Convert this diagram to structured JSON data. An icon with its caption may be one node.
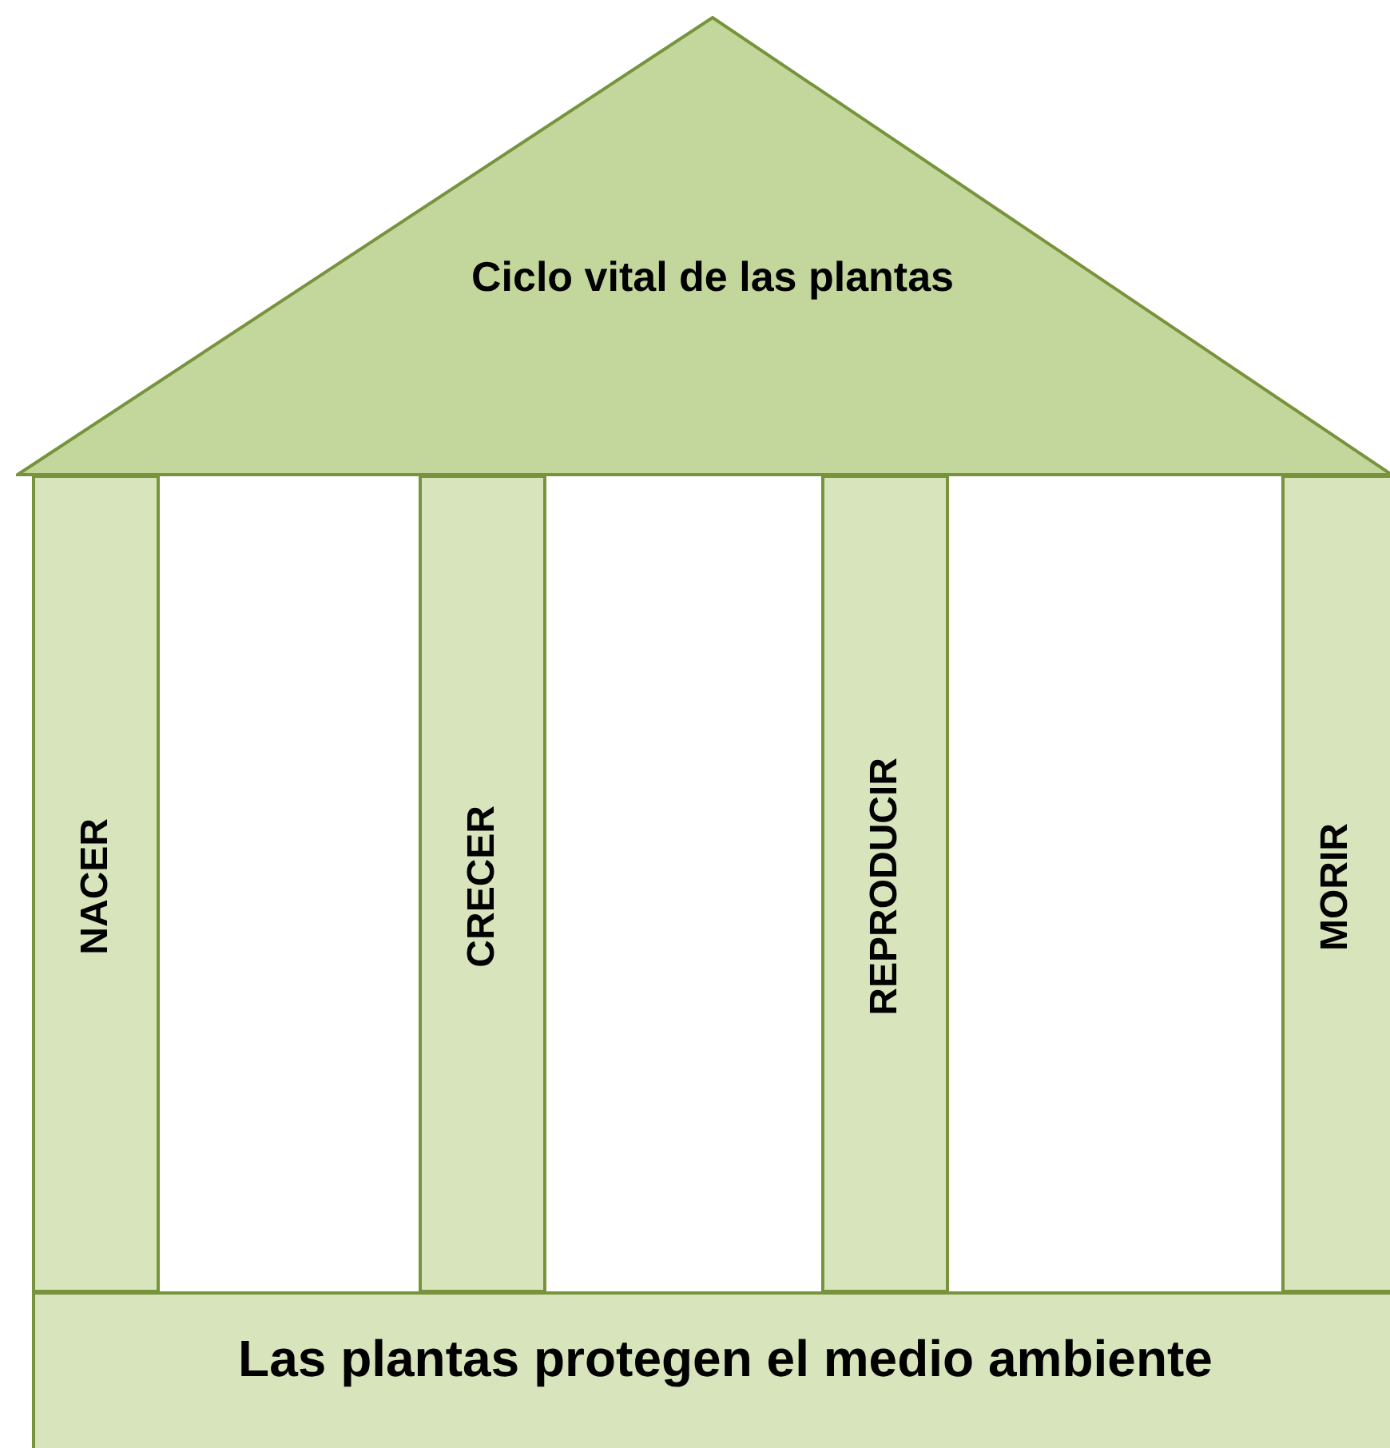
{
  "diagram": {
    "nodes": [
      {
        "text": [
          "Ciclo vital de las plantas"
        ]
      },
      {
        "text": [
          "NACER"
        ]
      },
      {
        "text": [
          "CRECER"
        ]
      },
      {
        "text": [
          "REPRODUCIR"
        ]
      },
      {
        "text": [
          "MORIR"
        ]
      },
      {
        "text": [
          "Las plantas protegen el medio ambiente"
        ]
      }
    ]
  }
}
